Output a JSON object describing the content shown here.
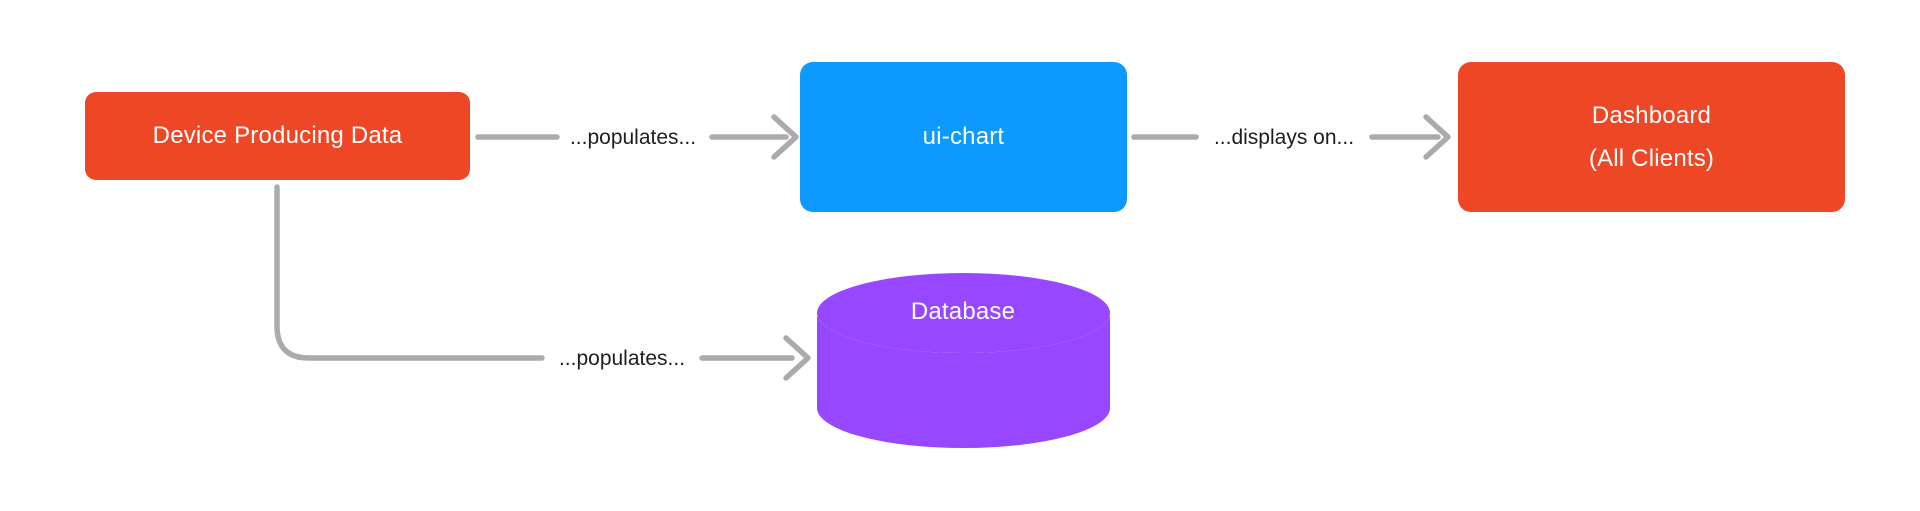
{
  "colors": {
    "orange": "#ED4726",
    "blue": "#0D99FF",
    "purple": "#9747FF",
    "connector": "#ABABAB",
    "edge_label_text": "#1E1E1E",
    "node_text": "#FFFFFF",
    "background": "#FFFFFF"
  },
  "nodes": {
    "device": {
      "label": "Device Producing Data"
    },
    "ui_chart": {
      "label": "ui-chart"
    },
    "dashboard": {
      "label_line1": "Dashboard",
      "label_line2": "(All Clients)"
    },
    "database": {
      "label": "Database"
    }
  },
  "edges": {
    "device_to_uichart": {
      "label": "...populates..."
    },
    "uichart_to_dashboard": {
      "label": "...displays on..."
    },
    "device_to_database": {
      "label": "...populates..."
    }
  }
}
